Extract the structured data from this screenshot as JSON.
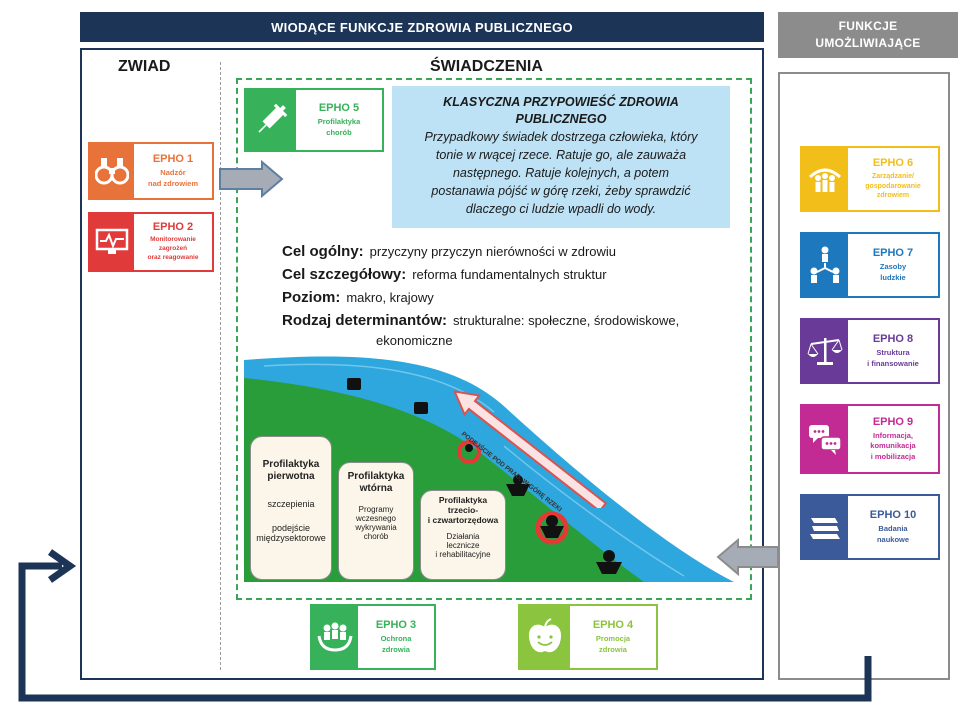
{
  "header": {
    "main": "WIODĄCE FUNKCJE ZDROWIA PUBLICZNEGO",
    "side_line1": "FUNKCJE",
    "side_line2": "UMOŻLIWIAJĄCE"
  },
  "section": {
    "zwiad": "ZWIAD",
    "swiadczenia": "ŚWIADCZENIA"
  },
  "colors": {
    "navy": "#1c3557",
    "gray": "#8c8c8c",
    "green_dashed": "#3aa556",
    "epho1": "#e8733a",
    "epho2": "#e03a3a",
    "epho3": "#37b25a",
    "epho4": "#8bc43f",
    "epho5": "#37b25a",
    "epho6": "#f2be1a",
    "epho7": "#1e78bd",
    "epho8": "#6a3a99",
    "epho9": "#c22a94",
    "epho10": "#3b5a9a",
    "story_bg": "#bde2f5",
    "river": "#2ea7de",
    "hill": "#2a9d3b",
    "arrow_red": "#d9534f"
  },
  "epho": {
    "e1": {
      "title": "EPHO 1",
      "sub1": "Nadzór",
      "sub2": "nad zdrowiem",
      "icon": "binoculars-icon"
    },
    "e2": {
      "title": "EPHO 2",
      "sub1": "Monitorowanie",
      "sub2": "zagrożeń",
      "sub3": "oraz reagowanie",
      "icon": "monitor-icon"
    },
    "e3": {
      "title": "EPHO 3",
      "sub1": "Ochrona",
      "sub2": "zdrowia",
      "icon": "protect-hands-icon"
    },
    "e4": {
      "title": "EPHO 4",
      "sub1": "Promocja",
      "sub2": "zdrowia",
      "icon": "apple-icon"
    },
    "e5": {
      "title": "EPHO 5",
      "sub1": "Profilaktyka",
      "sub2": "chorób",
      "icon": "syringe-icon"
    },
    "e6": {
      "title": "EPHO 6",
      "sub1": "Zarządzanie/",
      "sub2": "gospodarowanie",
      "sub3": "zdrowiem",
      "icon": "governance-icon"
    },
    "e7": {
      "title": "EPHO 7",
      "sub1": "Zasoby",
      "sub2": "ludzkie",
      "icon": "people-network-icon"
    },
    "e8": {
      "title": "EPHO 8",
      "sub1": "Struktura",
      "sub2": "i finansowanie",
      "icon": "scales-icon"
    },
    "e9": {
      "title": "EPHO 9",
      "sub1": "Informacja,",
      "sub2": "komunikacja",
      "sub3": "i mobilizacja",
      "icon": "speech-bubbles-icon"
    },
    "e10": {
      "title": "EPHO 10",
      "sub1": "Badania",
      "sub2": "naukowe",
      "icon": "books-icon"
    }
  },
  "story": {
    "title1": "KLASYCZNA PRZYPOWIEŚĆ ZDROWIA",
    "title2": "PUBLICZNEGO",
    "l1": "Przypadkowy świadek dostrzega człowieka, który",
    "l2": "tonie w rwącej rzece. Ratuje go, ale zauważa",
    "l3": "następnego. Ratuje kolejnych, a potem",
    "l4": "postanawia pójść w górę rzeki, żeby sprawdzić",
    "l5": "dlaczego ci ludzie wpadli do wody."
  },
  "definitions": {
    "cel_ogolny_label": "Cel ogólny:",
    "cel_ogolny_value": "przyczyny przyczyn nierówności w zdrowiu",
    "cel_szczegolowy_label": "Cel szczegółowy:",
    "cel_szczegolowy_value": "reforma fundamentalnych struktur",
    "poziom_label": "Poziom:",
    "poziom_value": "makro, krajowy",
    "rodzaj_label": "Rodzaj determinantów:",
    "rodzaj_value1": "strukturalne: społeczne, środowiskowe,",
    "rodzaj_value2": "ekonomiczne"
  },
  "river_arrow": {
    "line1": "PODEJŚCIE POD PRĄD, W GÓRĘ RZEKI"
  },
  "prevention": {
    "p1": {
      "h1": "Profilaktyka",
      "h2": "pierwotna",
      "d1": "szczepienia",
      "d2": "podejście",
      "d3": "międzysektorowe"
    },
    "p2": {
      "h1": "Profilaktyka",
      "h2": "wtórna",
      "d1": "Programy",
      "d2": "wczesnego",
      "d3": "wykrywania",
      "d4": "chorób"
    },
    "p3": {
      "h1": "Profilaktyka",
      "h2": "trzecio-",
      "h3": "i czwartorzędowa",
      "d1": "Działania",
      "d2": "lecznicze",
      "d3": "i rehabilitacyjne"
    }
  }
}
